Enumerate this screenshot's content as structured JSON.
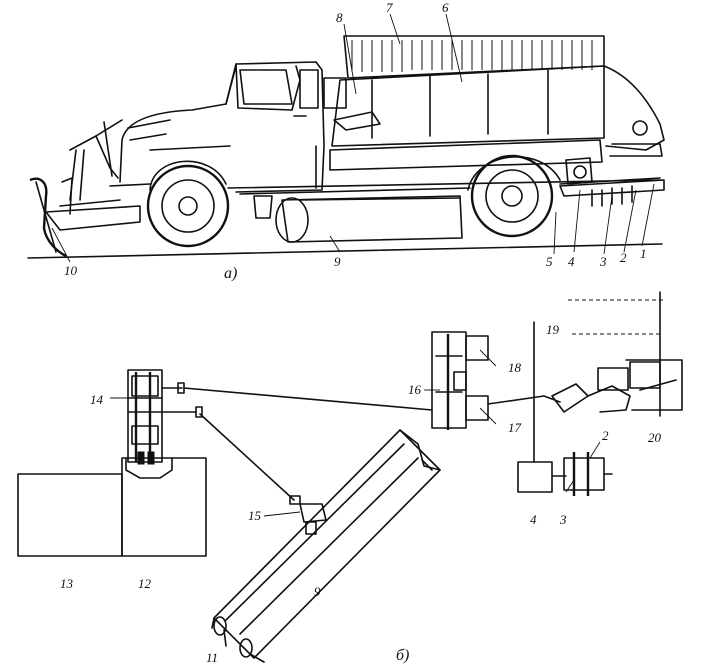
{
  "panels": {
    "a": {
      "label": "а)"
    },
    "b": {
      "label": "б)"
    }
  },
  "callouts_a": [
    "1",
    "2",
    "3",
    "4",
    "5",
    "6",
    "7",
    "8",
    "9",
    "10"
  ],
  "callouts_b": {
    "n2": "2",
    "n3": "3",
    "n4": "4",
    "n9": "9",
    "n11": "11",
    "n12": "12",
    "n13": "13",
    "n14": "14",
    "n15": "15",
    "n16": "16",
    "n17": "17",
    "n18": "18",
    "n19": "19",
    "n20": "20"
  }
}
